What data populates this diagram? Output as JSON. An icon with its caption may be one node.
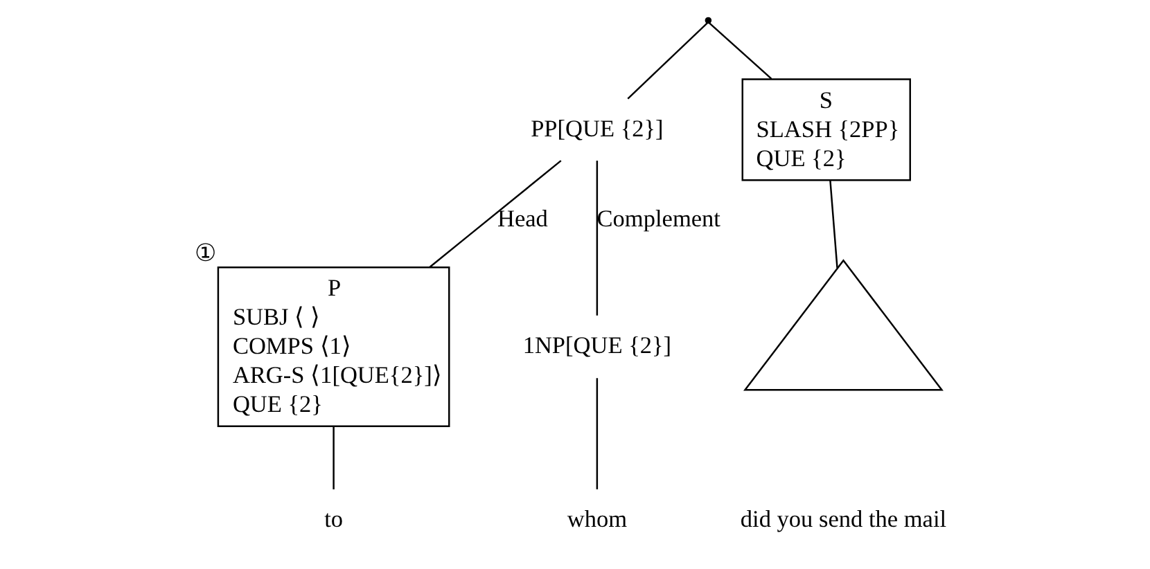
{
  "diagram": {
    "nodes": [
      {
        "text": [],
        "shape": "point"
      },
      {
        "text": [
          "PP[QUE {2}]"
        ]
      },
      {
        "text": [
          "S",
          "SLASH {2PP}",
          "QUE {2}"
        ]
      },
      {
        "text": [
          "P",
          "SUBJ ⟨ ⟩",
          "COMPS ⟨1⟩",
          "ARG-S ⟨1[QUE{2}]⟩",
          "QUE {2}"
        ],
        "beside": [
          "①"
        ]
      },
      {
        "text": [
          "1NP[QUE {2}]"
        ]
      },
      {
        "text": [
          "to"
        ]
      },
      {
        "text": [
          "whom"
        ]
      },
      {
        "text": [],
        "shape": "triangle"
      },
      {
        "text": [
          "did you send the mail"
        ]
      }
    ],
    "edges": [
      {
        "from": 0,
        "to": 1,
        "arrow": "none"
      },
      {
        "from": 0,
        "to": 2,
        "arrow": "none"
      },
      {
        "from": 1,
        "to": 3,
        "arrow": "none",
        "label": "Head"
      },
      {
        "from": 1,
        "to": 4,
        "arrow": "none",
        "label": "Complement"
      },
      {
        "from": 3,
        "to": 5,
        "arrow": "none"
      },
      {
        "from": 4,
        "to": 6,
        "arrow": "none"
      },
      {
        "from": 2,
        "to": 7,
        "arrow": "none"
      }
    ]
  }
}
